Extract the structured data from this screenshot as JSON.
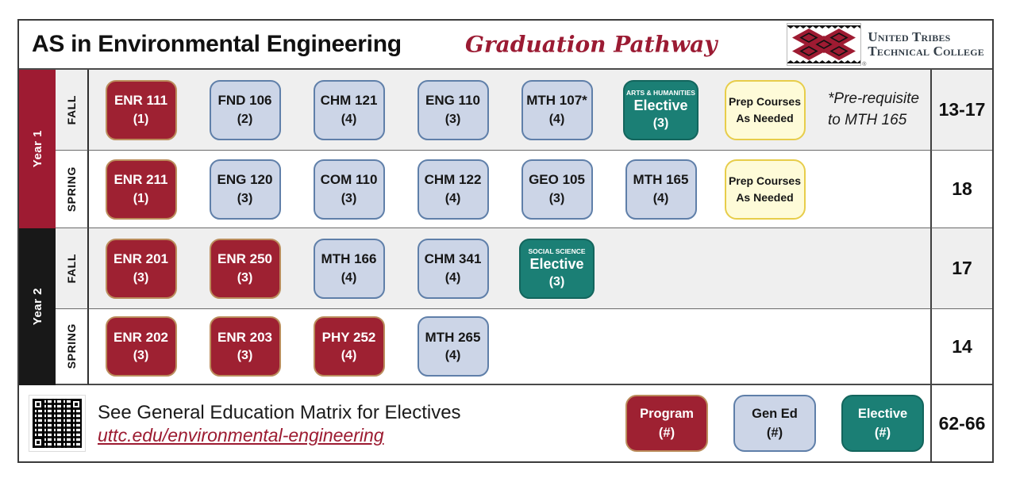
{
  "header": {
    "title": "AS in Environmental Engineering",
    "subtitle": "Graduation Pathway",
    "logo_line1": "United Tribes",
    "logo_line2": "Technical College",
    "registered_mark": "®"
  },
  "years": {
    "y1": "Year 1",
    "y2": "Year 2"
  },
  "colors": {
    "program": "#9e2132",
    "gen_ed_fill": "#ccd5e7",
    "gen_ed_border": "#5f7fa9",
    "elective": "#1b7f75",
    "prep_fill": "#fefbd8",
    "prep_border": "#e7cd4a",
    "accent_crimson": "#9e1b32",
    "year2_black": "#181818"
  },
  "rows": [
    {
      "season": "FALL",
      "credits": "13-17",
      "note": [
        "*Pre-requisite",
        "to MTH 165"
      ],
      "courses": [
        {
          "type": "program",
          "code": "ENR 111",
          "credits": "(1)"
        },
        {
          "type": "gened",
          "code": "FND 106",
          "credits": "(2)"
        },
        {
          "type": "gened",
          "code": "CHM 121",
          "credits": "(4)"
        },
        {
          "type": "gened",
          "code": "ENG 110",
          "credits": "(3)"
        },
        {
          "type": "gened",
          "code": "MTH 107*",
          "credits": "(4)"
        },
        {
          "type": "elective",
          "tag": "ARTS & HUMANITIES",
          "code": "Elective",
          "credits": "(3)"
        },
        {
          "type": "prep",
          "lines": [
            "Prep Courses",
            "As Needed"
          ]
        }
      ]
    },
    {
      "season": "SPRING",
      "credits": "18",
      "courses": [
        {
          "type": "program",
          "code": "ENR 211",
          "credits": "(1)"
        },
        {
          "type": "gened",
          "code": "ENG 120",
          "credits": "(3)"
        },
        {
          "type": "gened",
          "code": "COM 110",
          "credits": "(3)"
        },
        {
          "type": "gened",
          "code": "CHM 122",
          "credits": "(4)"
        },
        {
          "type": "gened",
          "code": "GEO 105",
          "credits": "(3)"
        },
        {
          "type": "gened",
          "code": "MTH 165",
          "credits": "(4)"
        },
        {
          "type": "prep",
          "lines": [
            "Prep Courses",
            "As Needed"
          ]
        }
      ]
    },
    {
      "season": "FALL",
      "credits": "17",
      "courses": [
        {
          "type": "program",
          "code": "ENR 201",
          "credits": "(3)"
        },
        {
          "type": "program",
          "code": "ENR 250",
          "credits": "(3)"
        },
        {
          "type": "gened",
          "code": "MTH 166",
          "credits": "(4)"
        },
        {
          "type": "gened",
          "code": "CHM 341",
          "credits": "(4)"
        },
        {
          "type": "elective",
          "tag": "SOCIAL SCIENCE",
          "code": "Elective",
          "credits": "(3)"
        }
      ]
    },
    {
      "season": "SPRING",
      "credits": "14",
      "courses": [
        {
          "type": "program",
          "code": "ENR 202",
          "credits": "(3)"
        },
        {
          "type": "program",
          "code": "ENR 203",
          "credits": "(3)"
        },
        {
          "type": "program",
          "code": "PHY 252",
          "credits": "(4)"
        },
        {
          "type": "gened",
          "code": "MTH 265",
          "credits": "(4)"
        }
      ]
    }
  ],
  "footer": {
    "see_text": "See General Education Matrix for Electives",
    "link": "uttc.edu/environmental-engineering",
    "legend": [
      {
        "type": "program",
        "label": "Program",
        "count": "(#)"
      },
      {
        "type": "gened",
        "label": "Gen Ed",
        "count": "(#)"
      },
      {
        "type": "elective",
        "label": "Elective",
        "count": "(#)"
      }
    ],
    "total": "62-66"
  }
}
